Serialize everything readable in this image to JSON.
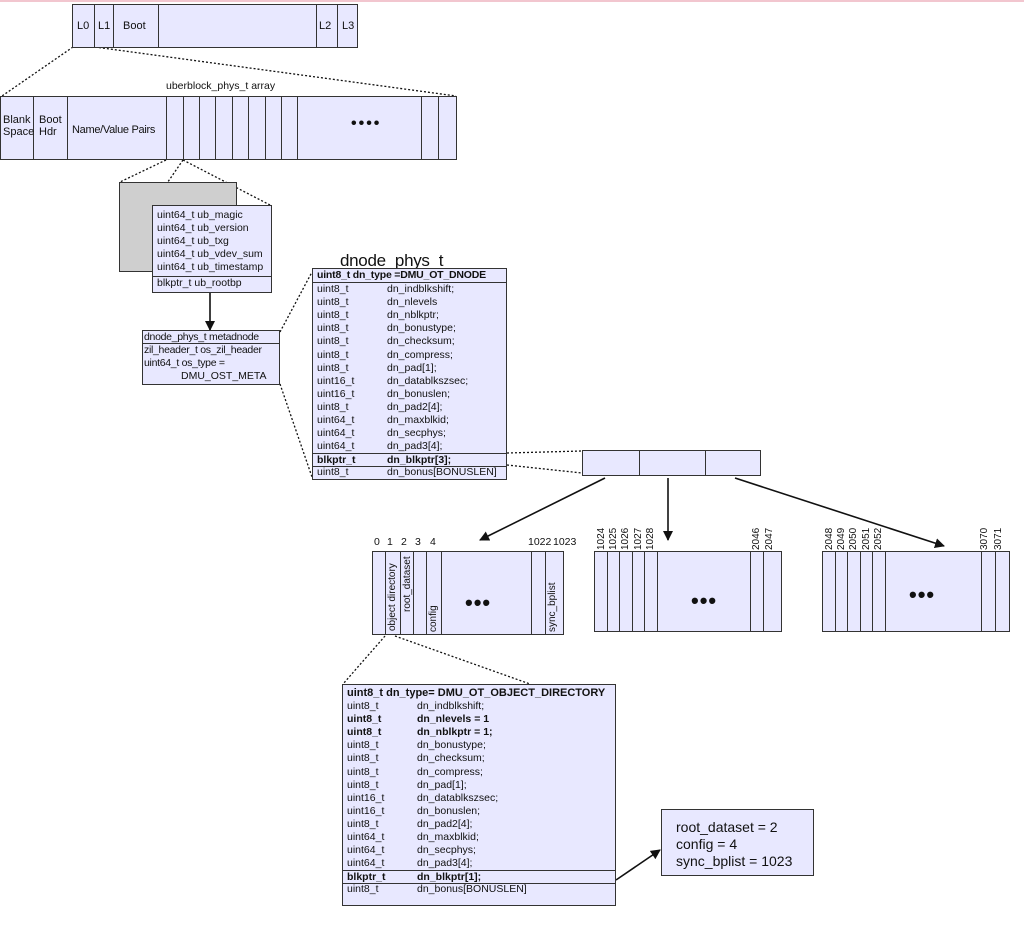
{
  "label_top": {
    "cells": [
      "L0",
      "L1",
      "Boot",
      "L2",
      "L3"
    ]
  },
  "vdev_label": {
    "array_title": "uberblock_phys_t array",
    "blank_space": [
      "Blank",
      "Space"
    ],
    "boot_hdr": [
      "Boot",
      "Hdr"
    ],
    "name_value": "Name/Value Pairs",
    "ellipsis": "••••"
  },
  "uberblock": {
    "fields": [
      "uint64_t ub_magic",
      "uint64_t ub_version",
      "uint64_t ub_txg",
      "uint64_t ub_vdev_sum",
      "uint64_t ub_timestamp"
    ],
    "rootbp": "blkptr_t ub_rootbp"
  },
  "objset": {
    "metadnode": "dnode_phys_t metadnode",
    "zil_header": "zil_header_t os_zil_header",
    "os_type": "uint64_t os_type =",
    "os_type_value": "DMU_OST_META"
  },
  "dnode": {
    "title": "dnode_phys_t",
    "header": "uint8_t dn_type =DMU_OT_DNODE",
    "rows": [
      {
        "t": "uint8_t",
        "n": "dn_indblkshift;"
      },
      {
        "t": "uint8_t",
        "n": "dn_nlevels"
      },
      {
        "t": "uint8_t",
        "n": "dn_nblkptr;"
      },
      {
        "t": "uint8_t",
        "n": "dn_bonustype;"
      },
      {
        "t": "uint8_t",
        "n": "dn_checksum;"
      },
      {
        "t": "uint8_t",
        "n": "dn_compress;"
      },
      {
        "t": "uint8_t",
        "n": "dn_pad[1];"
      },
      {
        "t": "uint16_t",
        "n": "dn_datablkszsec;"
      },
      {
        "t": "uint16_t",
        "n": "dn_bonuslen;"
      },
      {
        "t": "uint8_t",
        "n": "dn_pad2[4];"
      },
      {
        "t": "uint64_t",
        "n": "dn_maxblkid;"
      },
      {
        "t": "uint64_t",
        "n": "dn_secphys;"
      },
      {
        "t": "uint64_t",
        "n": "dn_pad3[4];"
      }
    ],
    "blkptr": {
      "t": "blkptr_t",
      "n": "dn_blkptr[3];"
    },
    "bonus": {
      "t": "uint8_t",
      "n": "dn_bonus[BONUSLEN]"
    }
  },
  "block_a": {
    "indices": [
      "0",
      "1",
      "2",
      "3",
      "4",
      "1022",
      "1023"
    ],
    "names": [
      "object directory",
      "root_dataset",
      "config",
      "sync_bplist"
    ],
    "ellipsis": "•••"
  },
  "block_b": {
    "indices": [
      "1024",
      "1025",
      "1026",
      "1027",
      "1028",
      "2046",
      "2047"
    ],
    "ellipsis": "•••"
  },
  "block_c": {
    "indices": [
      "2048",
      "2049",
      "2050",
      "2051",
      "2052",
      "3070",
      "3071"
    ],
    "ellipsis": "•••"
  },
  "objdir_dnode": {
    "header": "uint8_t dn_type= DMU_OT_OBJECT_DIRECTORY",
    "rows": [
      {
        "t": "uint8_t",
        "n": "dn_indblkshift;",
        "bold": false
      },
      {
        "t": "uint8_t",
        "n": "dn_nlevels = 1",
        "bold": true
      },
      {
        "t": "uint8_t",
        "n": "dn_nblkptr = 1;",
        "bold": true
      },
      {
        "t": "uint8_t",
        "n": "dn_bonustype;",
        "bold": false
      },
      {
        "t": "uint8_t",
        "n": "dn_checksum;",
        "bold": false
      },
      {
        "t": "uint8_t",
        "n": "dn_compress;",
        "bold": false
      },
      {
        "t": "uint8_t",
        "n": "dn_pad[1];",
        "bold": false
      },
      {
        "t": "uint16_t",
        "n": "dn_datablkszsec;",
        "bold": false
      },
      {
        "t": "uint16_t",
        "n": "dn_bonuslen;",
        "bold": false
      },
      {
        "t": "uint8_t",
        "n": "dn_pad2[4];",
        "bold": false
      },
      {
        "t": "uint64_t",
        "n": "dn_maxblkid;",
        "bold": false
      },
      {
        "t": "uint64_t",
        "n": "dn_secphys;",
        "bold": false
      },
      {
        "t": "uint64_t",
        "n": "dn_pad3[4];",
        "bold": false
      }
    ],
    "blkptr": {
      "t": "blkptr_t",
      "n": "dn_blkptr[1];"
    },
    "bonus": {
      "t": "uint8_t",
      "n": "dn_bonus[BONUSLEN]"
    }
  },
  "zap": {
    "lines": [
      "root_dataset = 2",
      "config = 4",
      "sync_bplist = 1023"
    ]
  }
}
